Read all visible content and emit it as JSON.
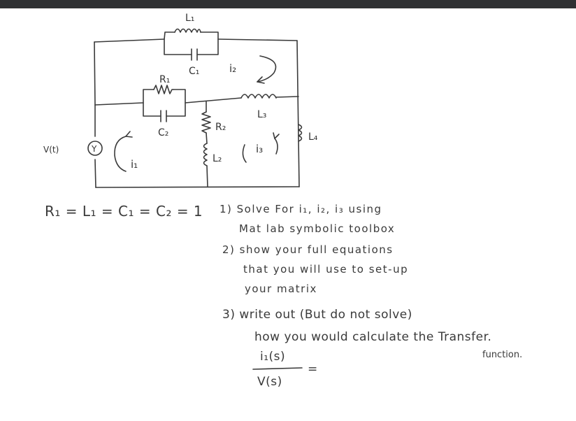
{
  "circuit": {
    "labels": {
      "L1": "L₁",
      "C1": "C₁",
      "R1": "R₁",
      "C2": "C₂",
      "R2": "R₂",
      "L2": "L₂",
      "L3": "L₃",
      "L4": "L₄",
      "source": "V(t)",
      "source_symbol": "Y",
      "i1": "i₁",
      "i2": "i₂",
      "i3": "i₃"
    }
  },
  "notes": {
    "values": "R₁ = L₁ = C₁ = C₂ = 1",
    "step1_line1": "1) Solve For i₁, i₂, i₃ using",
    "step1_line2": "Mat lab symbolic toolbox",
    "step2_line1": "2) show your full equations",
    "step2_line2": "that you will use to set-up",
    "step2_line3": "your matrix",
    "step3_line1": "3) write out (But do not solve)",
    "step3_line2": "how you would calculate the Transfer.",
    "step3_line3": "function.",
    "tf_numerator": "i₁(s)",
    "tf_denominator": "V(s)",
    "tf_equals": "="
  }
}
